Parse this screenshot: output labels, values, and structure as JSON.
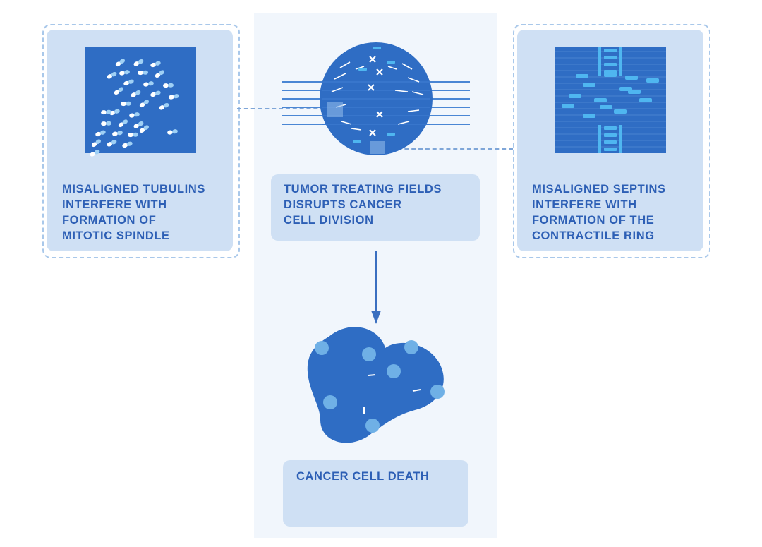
{
  "colors": {
    "primary_blue": "#2f6dc4",
    "light_panel": "#cfe0f4",
    "center_bg": "#f1f6fc",
    "text_blue": "#2d5fb5",
    "dashed_border": "#a9c8ea",
    "accent_cyan": "#4fb6f0"
  },
  "panels": {
    "tubulin": {
      "label": "MISALIGNED TUBULINS\nINTERFERE WITH\nFORMATION OF\nMITOTIC SPINDLE",
      "icon": "tubulin-field-icon"
    },
    "center": {
      "label": "TUMOR TREATING FIELDS\nDISRUPTS CANCER\nCELL DIVISION",
      "icon": "dividing-cell-icon"
    },
    "septin": {
      "label": "MISALIGNED SEPTINS\nINTERFERE WITH\nFORMATION OF THE\nCONTRACTILE RING",
      "icon": "septin-ring-icon"
    },
    "death": {
      "label": "CANCER CELL DEATH",
      "icon": "dead-cell-icon"
    }
  },
  "arrow": {
    "icon": "arrow-down-icon"
  }
}
